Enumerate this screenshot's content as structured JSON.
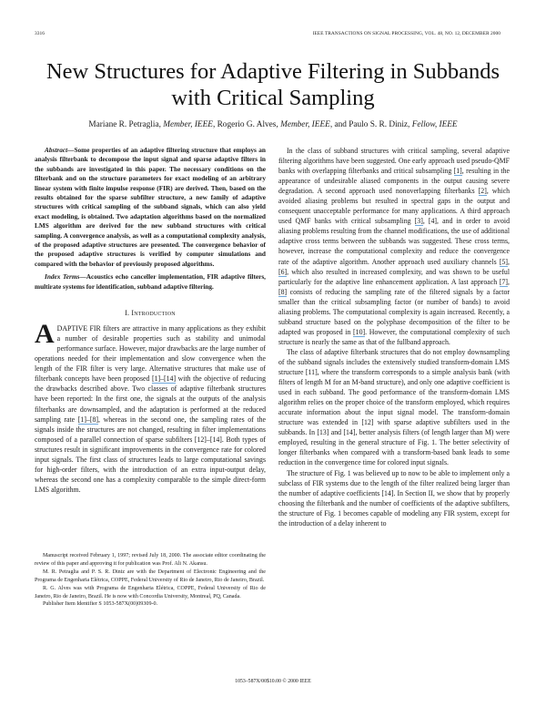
{
  "header": {
    "page_number": "3316",
    "journal": "IEEE TRANSACTIONS ON SIGNAL PROCESSING, VOL. 48, NO. 12, DECEMBER 2000"
  },
  "title": {
    "line1": "New Structures for Adaptive Filtering in Subbands",
    "line2": "with Critical Sampling"
  },
  "authors": [
    {
      "name": "Mariane R. Petraglia, ",
      "grade": "Member, IEEE",
      "sep": ", "
    },
    {
      "name": "Rogerio G. Alves, ",
      "grade": "Member, IEEE",
      "sep": ", and "
    },
    {
      "name": "Paulo S. R. Diniz, ",
      "grade": "Fellow, IEEE",
      "sep": ""
    }
  ],
  "abstract": {
    "label": "Abstract—",
    "text": "Some properties of an adaptive filtering structure that employs an analysis filterbank to decompose the input signal and sparse adaptive filters in the subbands are investigated in this paper. The necessary conditions on the filterbank and on the structure parameters for exact modeling of an arbitrary linear system with finite impulse response (FIR) are derived. Then, based on the results obtained for the sparse subfilter structure, a new family of adaptive structures with critical sampling of the subband signals, which can also yield exact modeling, is obtained. Two adaptation algorithms based on the normalized LMS algorithm are derived for the new subband structures with critical sampling. A convergence analysis, as well as a computational complexity analysis, of the proposed adaptive structures are presented. The convergence behavior of the proposed adaptive structures is verified by computer simulations and compared with the behavior of previously proposed algorithms."
  },
  "index_terms": {
    "label": "Index Terms—",
    "text": "Acoustics echo canceller implementation, FIR adaptive filters, multirate systems for identification, subband adaptive filtering."
  },
  "section1": {
    "number": "I. ",
    "title": "Introduction"
  },
  "intro_left": {
    "dropcap": "A",
    "p1_a": "DAPTIVE FIR filters are attractive in many applications as they exhibit a number of desirable properties such as stability and unimodal performance surface. However, major drawbacks are the large number of operations needed for their implementation and slow convergence when the length of the FIR filter is very large. Alternative structures that make use of filterbank concepts have been proposed ",
    "ref_1_14": "[1]–[14]",
    "p1_b": " with the objective of reducing the drawbacks described above. Two classes of adaptive filterbank structures have been reported: In the first one, the signals at the outputs of the analysis filterbanks are downsampled, and the adaptation is performed at the reduced sampling rate ",
    "ref_1_8": "[1]–[8]",
    "p1_c": ", whereas in the second one, the sampling rates of the signals inside the structures are not changed, resulting in filter implementations composed of a parallel connection of sparse subfilters [12]–[14]. Both types of structures result in significant improvements in the convergence rate for colored input signals. The first class of structures leads to large computational savings for high-order filters, with the introduction of an extra input-output delay, whereas the second one has a complexity comparable to the simple direct-form LMS algorithm."
  },
  "footnotes": [
    "Manuscript received February 1, 1997; revised July 18, 2000. The associate editor coordinating the review of this paper and approving it for publication was Prof. Ali N. Akansu.",
    "M. R. Petraglia and P. S. R. Diniz are with the Department of Electronic Engineering and the Programa de Engenharia Elétrica, COPPE, Federal University of Rio de Janeiro, Rio de Janeiro, Brazil.",
    "R. G. Alves was with Programa de Engenharia Elétrica, COPPE, Federal University of Rio de Janeiro, Rio de Janeiro, Brazil. He is now with Concordia University, Montreal, PQ, Canada.",
    "Publisher Item Identifier S 1053-587X(00)09309-0."
  ],
  "right_col": {
    "p1_a": "In the class of subband structures with critical sampling, several adaptive filtering algorithms have been suggested. One early approach used pseudo-QMF banks with overlapping filterbanks and critical subsampling ",
    "ref1": "[1]",
    "p1_b": ", resulting in the appearance of undesirable aliased components in the output causing severe degradation. A second approach used nonoverlapping filterbanks ",
    "ref2": "[2]",
    "p1_c": ", which avoided aliasing problems but resulted in spectral gaps in the output and consequent unacceptable performance for many applications. A third approach used QMF banks with critical subsampling ",
    "ref3": "[3]",
    "p1_d": ", [4], and in order to avoid aliasing problems resulting from the channel modifications, the use of additional adaptive cross terms between the subbands was suggested. These cross terms, however, increase the computational complexity and reduce the convergence rate of the adaptive algorithm. Another approach used auxiliary channels ",
    "ref5": "[5]",
    "p1_e": ", ",
    "ref6": "[6]",
    "p1_f": ", which also resulted in increased complexity, and was shown to be useful particularly for the adaptive line enhancement application. A last approach ",
    "ref7": "[7]",
    "p1_g": ", ",
    "ref8": "[8]",
    "p1_h": " consists of reducing the sampling rate of the filtered signals by a factor smaller than the critical subsampling factor (or number of bands) to avoid aliasing problems. The computational complexity is again increased. Recently, a subband structure based on the polyphase decomposition of the filter to be adapted was proposed in ",
    "ref10": "[10]",
    "p1_i": ". However, the computational complexity of such structure is nearly the same as that of the fullband approach.",
    "p2": "The class of adaptive filterbank structures that do not employ downsampling of the subband signals includes the extensively studied transform-domain LMS structure [11], where the transform corresponds to a simple analysis bank (with filters of length M for an M-band structure), and only one adaptive coefficient is used in each subband. The good performance of the transform-domain LMS algorithm relies on the proper choice of the transform employed, which requires accurate information about the input signal model. The transform-domain structure was extended in [12] with sparse adaptive subfilters used in the subbands. In [13] and [14], better analysis filters (of length larger than M) were employed, resulting in the general structure of Fig. 1. The better selectivity of longer filterbanks when compared with a transform-based bank leads to some reduction in the convergence time for colored input signals.",
    "p3": "The structure of Fig. 1 was believed up to now to be able to implement only a subclass of FIR systems due to the length of the filter realized being larger than the number of adaptive coefficients [14]. In Section II, we show that by properly choosing the filterbank and the number of coefficients of the adaptive subfilters, the structure of Fig. 1 becomes capable of modeling any FIR system, except for the introduction of a delay inherent to"
  },
  "footer": {
    "copyright": "1053–587X/00$10.00 © 2000 IEEE"
  },
  "colors": {
    "text": "#1a1a1a",
    "link_underline": "#6fa8dc"
  }
}
